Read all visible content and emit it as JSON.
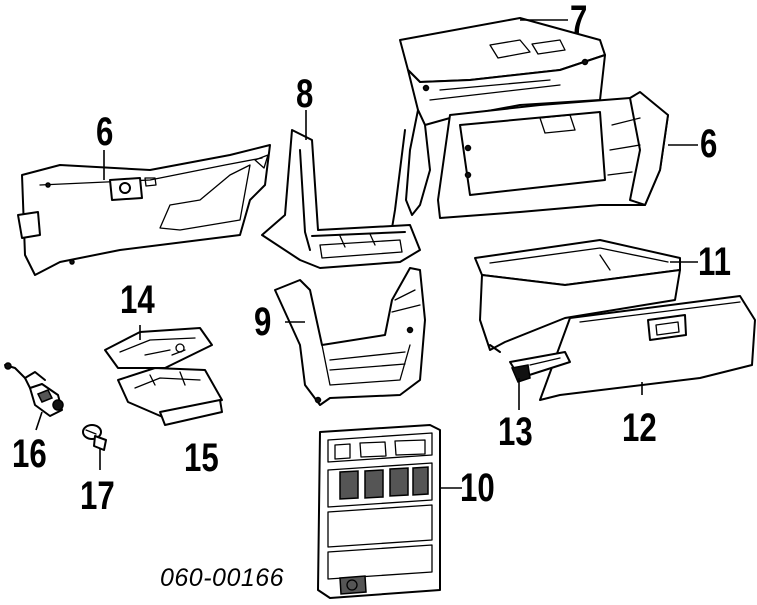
{
  "diagram": {
    "part_number": "060-00166",
    "callouts": [
      {
        "id": "7",
        "text": "7"
      },
      {
        "id": "8",
        "text": "8"
      },
      {
        "id": "6a",
        "text": "6"
      },
      {
        "id": "6b",
        "text": "6"
      },
      {
        "id": "11",
        "text": "11"
      },
      {
        "id": "14",
        "text": "14"
      },
      {
        "id": "9",
        "text": "9"
      },
      {
        "id": "13",
        "text": "13"
      },
      {
        "id": "12",
        "text": "12"
      },
      {
        "id": "16",
        "text": "16"
      },
      {
        "id": "15",
        "text": "15"
      },
      {
        "id": "17",
        "text": "17"
      },
      {
        "id": "10",
        "text": "10"
      }
    ]
  }
}
